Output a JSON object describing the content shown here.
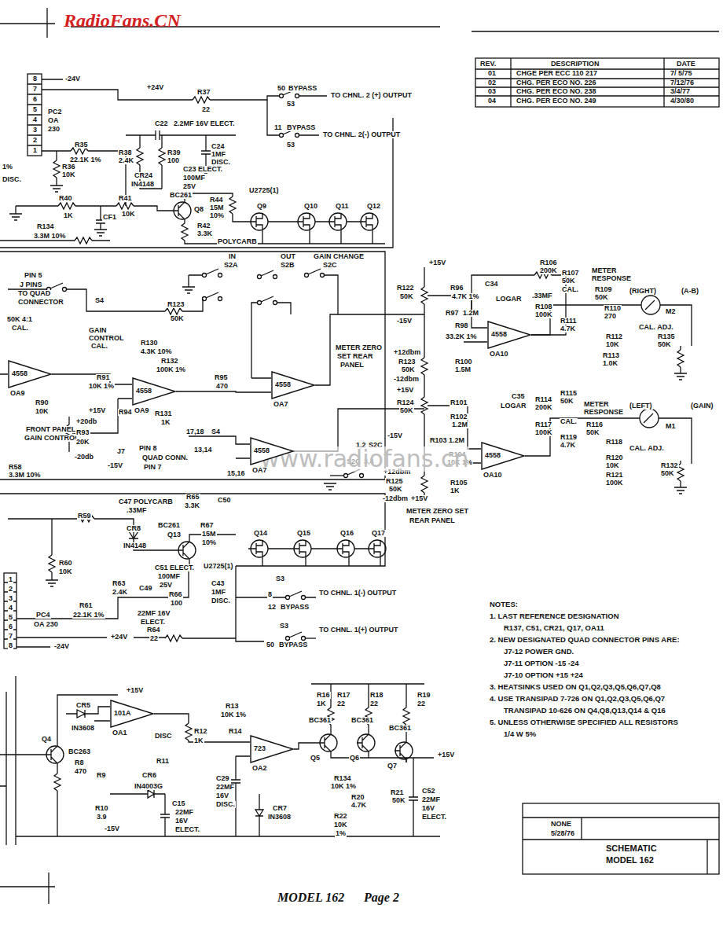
{
  "diagram": {
    "nodes": [
      {
        "text": [
          "4558",
          "OA9"
        ]
      },
      {
        "text": [
          "4558",
          "OA9"
        ]
      },
      {
        "text": [
          "4558",
          "OA7"
        ]
      },
      {
        "text": [
          "4558",
          "OA7"
        ]
      },
      {
        "text": [
          "4558",
          "OA10"
        ]
      },
      {
        "text": [
          "4558",
          "OA10"
        ]
      },
      {
        "text": [
          "101A",
          "OA1"
        ]
      },
      {
        "text": [
          "723",
          "OA2"
        ]
      }
    ],
    "labels": [
      "RadioFans.CN",
      "8",
      "7",
      "6",
      "5",
      "4",
      "3",
      "2",
      "1",
      "-24V",
      "+24V",
      "R37",
      "22",
      "50",
      "BYPASS",
      "53",
      "TO CHNL. 2 (+) OUTPUT",
      "11",
      "BYPASS",
      "53",
      "TO CHNL. 2(-) OUTPUT",
      "PC2",
      "OA",
      "230",
      "R35",
      "22.1K 1%",
      "C22",
      "2.2MF 16V ELECT.",
      "R38",
      "2.4K",
      "R39",
      "100",
      "C24",
      "1MF",
      "DISC.",
      "1%",
      "DISC.",
      "R36",
      "10K",
      "C23 ELECT.",
      "100MF",
      "25V",
      "CR24",
      "IN4148",
      "BC261",
      "Q8",
      "R44",
      "15M",
      "10%",
      "U2725(1)",
      "Q9",
      "Q10",
      "Q11",
      "Q12",
      "R40",
      "1K",
      "CF1",
      "R41",
      "10K",
      "R42",
      "3.3K",
      "POLYCARB",
      "R134",
      "3.3M 10%",
      "REV.",
      "DESCRIPTION",
      "DATE",
      "01",
      "CHGE PER ECC 110 217",
      "7/ 5/75",
      "02",
      "CHG. PER ECO NO. 226",
      "7/12/76",
      "03",
      "CHG. PER ECO NO. 238",
      "3/4/77",
      "04",
      "CHG. PER ECO NO. 249",
      "4/30/80",
      "IN",
      "S2A",
      "OUT",
      "S2B",
      "GAIN CHANGE",
      "S2C",
      "+15V",
      "PIN 5",
      "J PINS",
      "TO QUAD",
      "CONNECTOR",
      "S4",
      "R123",
      "50K",
      "50K 4:1",
      "CAL.",
      "GAIN",
      "CONTROL",
      "CAL.",
      "R130",
      "4.3K 10%",
      "R132",
      "100K 1%",
      "R91",
      "10K 1%",
      "R95",
      "470",
      "R90",
      "10K",
      "+15V",
      "R94",
      "R131",
      "1K",
      "+20db",
      "FRONT PANEL",
      "GAIN CONTROL",
      "R93",
      "20K",
      "-20db",
      "-15V",
      "J7",
      "PIN 8",
      "QUAD CONN.",
      "PIN 7",
      "17,18",
      "S4",
      "13,14",
      "15,16",
      "METER ZERO",
      "SET REAR",
      "PANEL",
      "R122",
      "50K",
      "-15V",
      "R96",
      "4.7K 1%",
      "C34",
      "LOGAR",
      ".33MF",
      "R106",
      "200K",
      "R107",
      "50K",
      "METER",
      "RESPONSE",
      "CAL.",
      "R109",
      "50K",
      "(RIGHT)",
      "(A-B)",
      "M2",
      "R110",
      "270",
      "R108",
      "100K",
      "R97",
      "1.2M",
      "R98",
      "33.2K 1%",
      "R111",
      "4.7K",
      "CAL. ADJ.",
      "R112",
      "10K",
      "R135",
      "50K",
      "R113",
      "1.0K",
      "+12dbm",
      "R123",
      "50K",
      "-12dbm",
      "R100",
      "1.5M",
      "+15V",
      "R124",
      "50K",
      "R101",
      "C35",
      "LOGAR",
      "R102",
      "1.2M",
      "R114",
      "200K",
      "R115",
      "50K",
      "METER",
      "RESPONSE",
      "CAL.",
      "R116",
      "50K",
      "(LEFT)",
      "(GAIN)",
      "M1",
      "R117",
      "100K",
      "R118",
      "R119",
      "4.7K",
      "R103",
      "1.2M",
      "R104",
      "10K 1%",
      "CAL. ADJ.",
      "R120",
      "10K",
      "R121",
      "100K",
      "R132",
      "50K",
      "-15V",
      "1,2",
      "S2C",
      "S2C",
      "3,4",
      "+12dbm",
      "R125",
      "50K",
      "-12dbm",
      "+15V",
      "R105",
      "1K",
      "METER ZERO SET",
      "REAR PANEL",
      "R58",
      "3.3M 10%",
      "C47 POLYCARB",
      ".33MF",
      "R65",
      "3.3K",
      "C50",
      "R59",
      "CR8",
      "IN4148",
      "BC261",
      "Q13",
      "R67",
      "15M",
      "10%",
      "U2725(1)",
      "Q14",
      "Q15",
      "Q16",
      "Q17",
      "R60",
      "10K",
      "C51 ELECT.",
      "100MF",
      "25V",
      "R63",
      "2.4K",
      "C49",
      "R66",
      "100",
      "C43",
      "1MF",
      "DISC.",
      "R61",
      "22.1K 1%",
      "22MF 16V",
      "ELECT.",
      "R64",
      "22",
      "S3",
      "8",
      "TO CHNL. 1(-) OUTPUT",
      "12",
      "BYPASS",
      "S3",
      "TO CHNL. 1(+) OUTPUT",
      "50",
      "BYPASS",
      "+24V",
      "-24V",
      "PC4",
      "OA 230",
      "1",
      "2",
      "3",
      "4",
      "5",
      "6",
      "7",
      "8",
      "NOTES:",
      "1. LAST REFERENCE DESIGNATION",
      "R137, C51, CR21, Q17, OA11",
      "2. NEW DESIGNATED QUAD CONNECTOR PINS ARE:",
      "J7-12 POWER GND.",
      "J7-11 OPTION -15 -24",
      "J7-10 OPTION +15 +24",
      "3. HEATSINKS USED ON Q1,Q2,Q3,Q5,Q6,Q7,Q8",
      "4. USE TRANSIPAD 7-726 ON Q1,Q2,Q3,Q5,Q6,Q7",
      "TRANSIPAD 10-626 ON Q4,Q8,Q13,Q14 & Q16",
      "5. UNLESS OTHERWISE SPECIFIED ALL RESISTORS",
      "1/4 W 5%",
      "+15V",
      "CR5",
      "IN3608",
      "Q4",
      "BC263",
      "R8",
      "470",
      "R9",
      "R10",
      "3.9",
      "CR6",
      "IN4003G",
      "C15",
      "22MF",
      "16V",
      "ELECT.",
      "-15V",
      "DISC",
      "R11",
      "R12",
      "1K",
      "R13",
      "10K 1%",
      "R14",
      "C29",
      "22MF",
      "16V",
      "DISC.",
      "CR7",
      "IN3608",
      "R16",
      "1K",
      "R17",
      "22",
      "R18",
      "22",
      "R19",
      "22",
      "BC361",
      "BC361",
      "BC361",
      "Q5",
      "Q6",
      "Q7",
      "+15V",
      "R134",
      "10K 1%",
      "R20",
      "4.7K",
      "R21",
      "50K",
      "C52",
      "22MF",
      "16V",
      "ELECT.",
      "R22",
      "10K",
      "1%",
      "NONE",
      "5/28/76",
      "SCHEMATIC",
      "MODEL 162",
      "MODEL 162",
      "Page 2",
      "www.radiofans.cn"
    ]
  }
}
